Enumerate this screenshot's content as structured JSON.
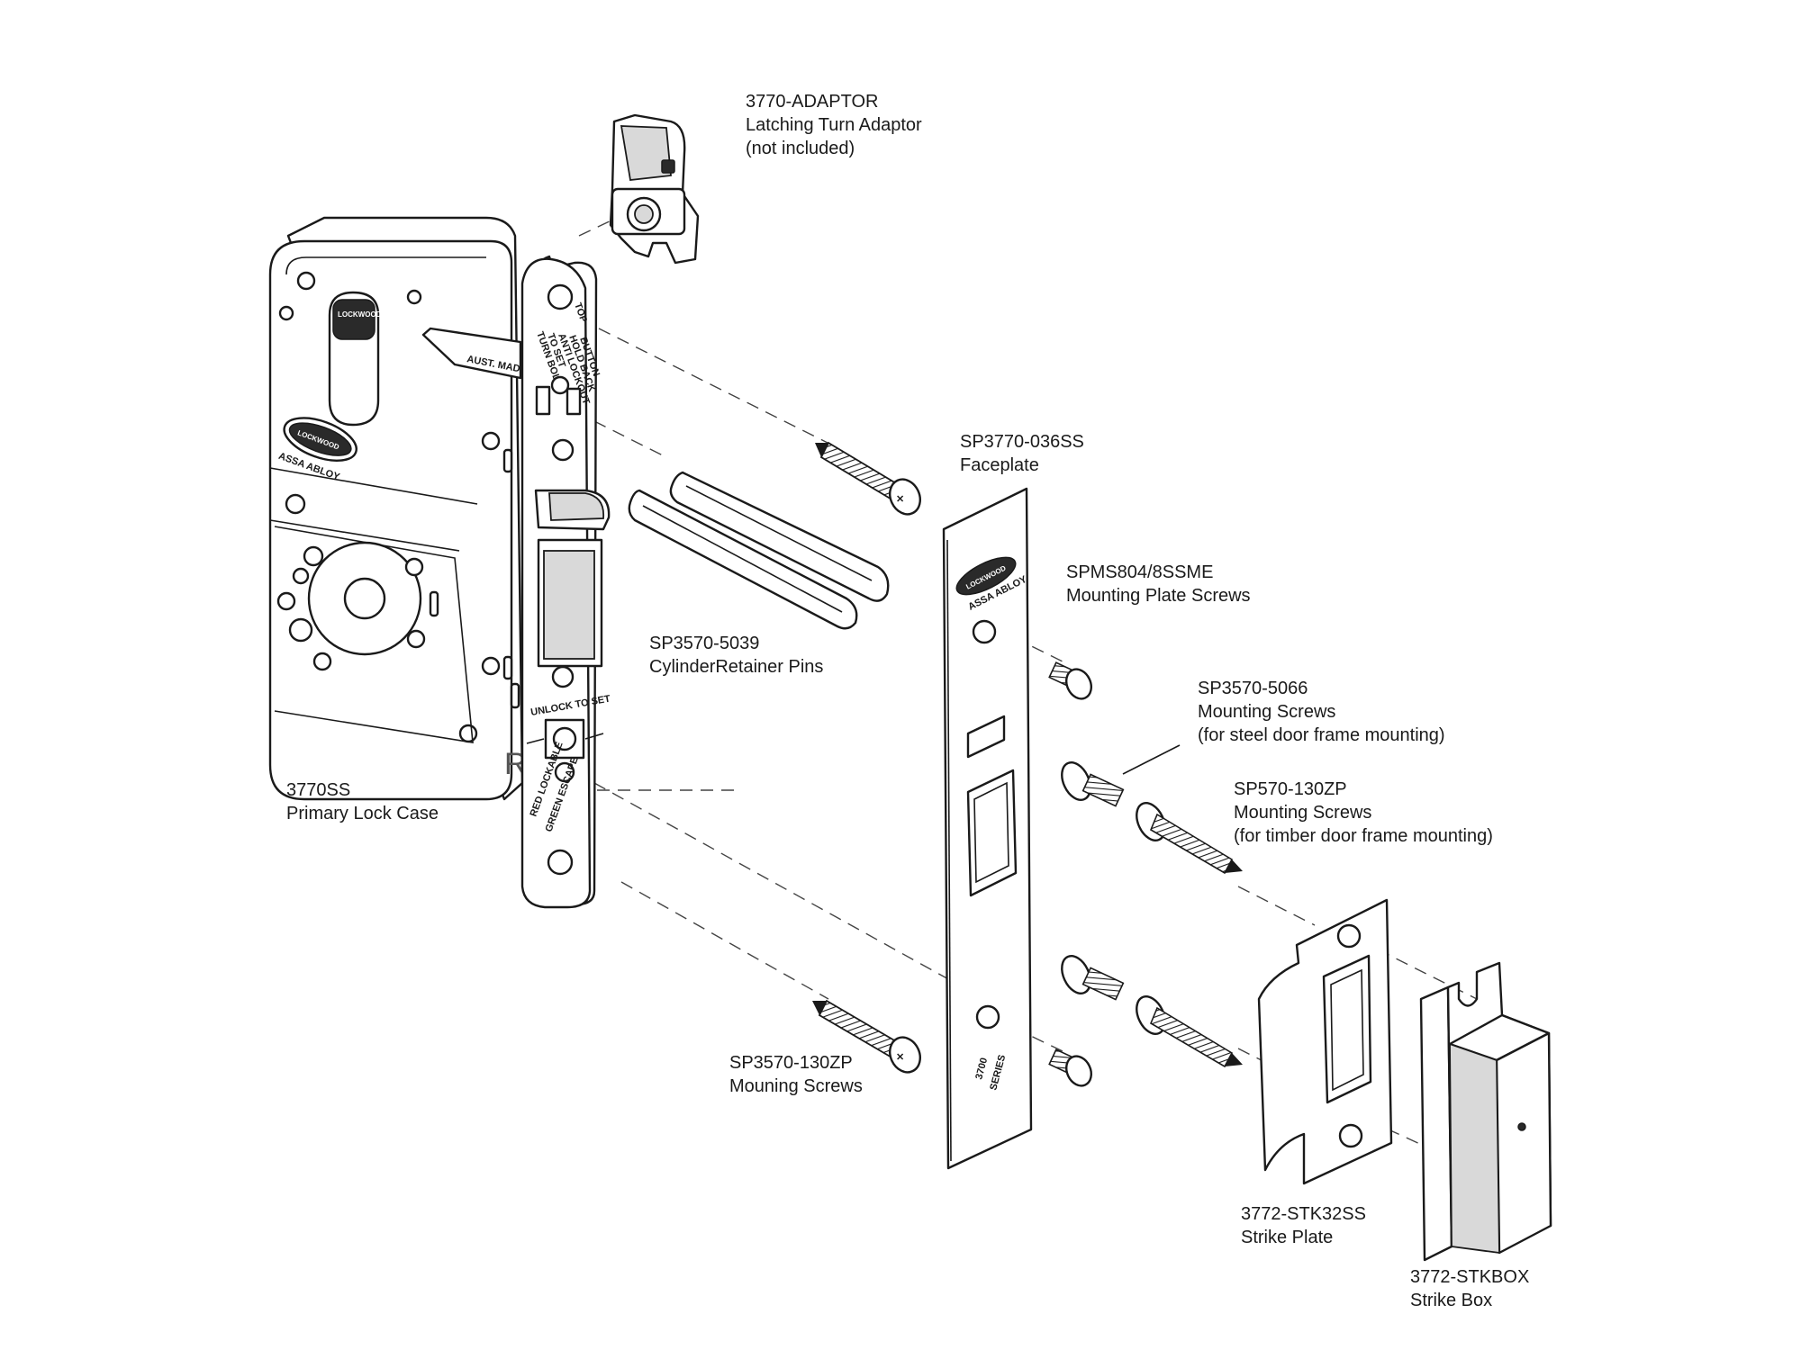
{
  "labels": {
    "adaptor": {
      "part": "3770-ADAPTOR",
      "desc1": "Latching Turn Adaptor",
      "desc2": "(not included)"
    },
    "faceplate": {
      "part": "SP3770-036SS",
      "desc1": "Faceplate"
    },
    "plate_screws": {
      "part": "SPMS804/8SSME",
      "desc1": "Mounting Plate Screws"
    },
    "retainer_pins": {
      "part": "SP3570-5039",
      "desc1": "CylinderRetainer Pins"
    },
    "steel_screws": {
      "part": "SP3570-5066",
      "desc1": "Mounting Screws",
      "desc2": "(for steel door frame mounting)"
    },
    "timber_screws": {
      "part": "SP570-130ZP",
      "desc1": "Mounting Screws",
      "desc2": "(for timber door frame mounting)"
    },
    "lock_case": {
      "part": "3770SS",
      "desc1": "Primary Lock Case"
    },
    "case_screws": {
      "part": "SP3570-130ZP",
      "desc1": "Mouning Screws"
    },
    "strike_plate": {
      "part": "3772-STK32SS",
      "desc1": "Strike Plate"
    },
    "strike_box": {
      "part": "3772-STKBOX",
      "desc1": "Strike Box"
    }
  },
  "markings": {
    "brand": "LOCKWOOD",
    "sub_brand": "ASSA ABLOY",
    "made": "AUST. MADE",
    "top": "TOP",
    "turn_bolt_1": "TURN BOLT",
    "turn_bolt_2": "TO SET",
    "anti_lockout_1": "ANTI LOCKOUT",
    "anti_lockout_2": "HOLD BACK",
    "anti_lockout_3": "BUTTON",
    "unlock": "UNLOCK TO SET",
    "red_lockable": "RED LOCKABLE",
    "green_escape": "GREEN ESCAPE",
    "hand": "R",
    "series_1": "3700",
    "series_2": "SERIES"
  }
}
